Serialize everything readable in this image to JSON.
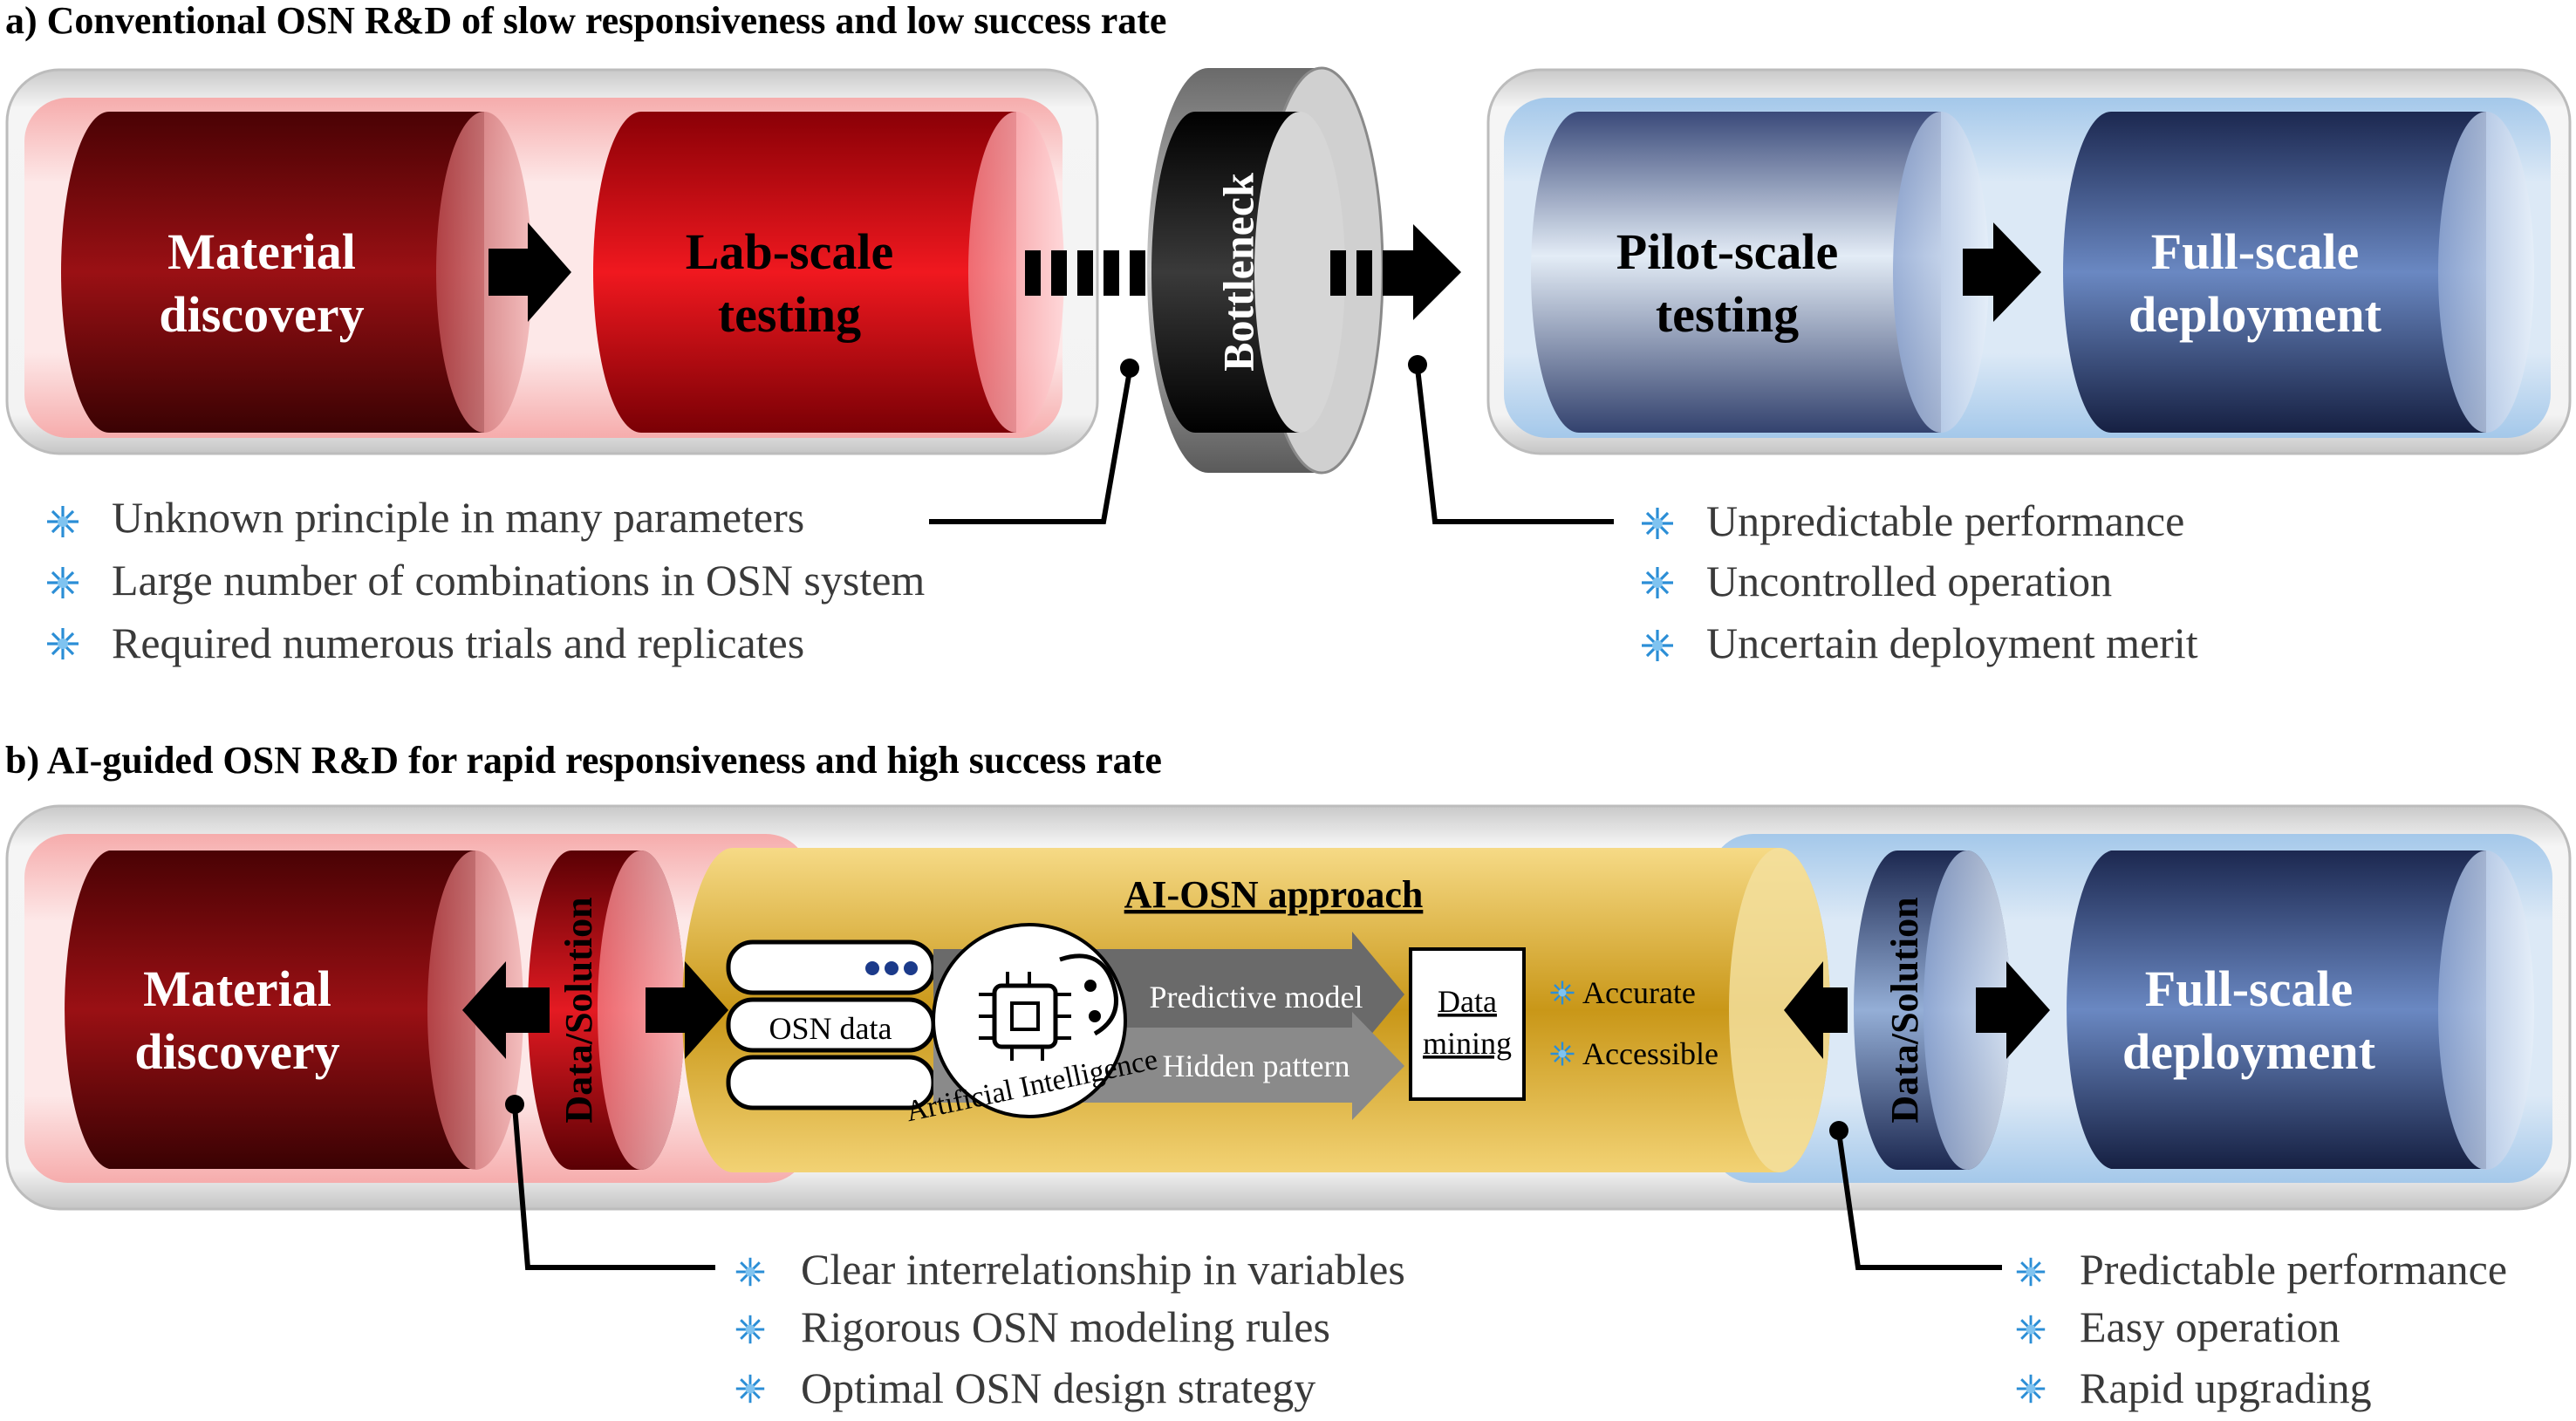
{
  "panel_a": {
    "heading": "a) Conventional OSN R&D of slow responsiveness and low success rate",
    "stages": [
      {
        "line1": "Material",
        "line2": "discovery"
      },
      {
        "line1": "Lab-scale",
        "line2": "testing"
      },
      {
        "line1": "Pilot-scale",
        "line2": "testing"
      },
      {
        "line1": "Full-scale",
        "line2": "deployment"
      }
    ],
    "bottleneck": "Bottleneck",
    "left_notes": [
      "Unknown principle in many parameters",
      "Large number of combinations in OSN system",
      "Required numerous trials and replicates"
    ],
    "right_notes": [
      "Unpredictable performance",
      "Uncontrolled operation",
      "Uncertain deployment merit"
    ]
  },
  "panel_b": {
    "heading": "b) AI-guided OSN R&D for rapid responsiveness and high success rate",
    "stage_left": {
      "line1": "Material",
      "line2": "discovery"
    },
    "stage_right": {
      "line1": "Full-scale",
      "line2": "deployment"
    },
    "ring_left": "Data/Solution",
    "ring_right": "Data/Solution",
    "approach_title": "AI-OSN approach",
    "osn_data": "OSN data",
    "ai_label": "Artificial Intelligence",
    "arrow_top": "Predictive model",
    "arrow_bottom": "Hidden pattern",
    "mining_line1": "Data",
    "mining_line2": "mining",
    "qualities": [
      "Accurate",
      "Accessible"
    ],
    "left_notes": [
      "Clear interrelationship in variables",
      "Rigorous OSN modeling rules",
      "Optimal OSN design strategy"
    ],
    "right_notes": [
      "Predictable performance",
      "Easy operation",
      "Rapid upgrading"
    ]
  },
  "colors": {
    "red_dark": "#7a0a0c",
    "red_bright": "#e0101a",
    "blue_dark": "#2a3a6a",
    "blue_light": "#d8e8f6",
    "gold": "#d9a826",
    "bullet": "#3a9ad9"
  },
  "icons": [
    "arrow-right-icon",
    "arrow-left-icon",
    "database-icon",
    "ai-brain-chip-icon",
    "star-bullet-icon"
  ]
}
